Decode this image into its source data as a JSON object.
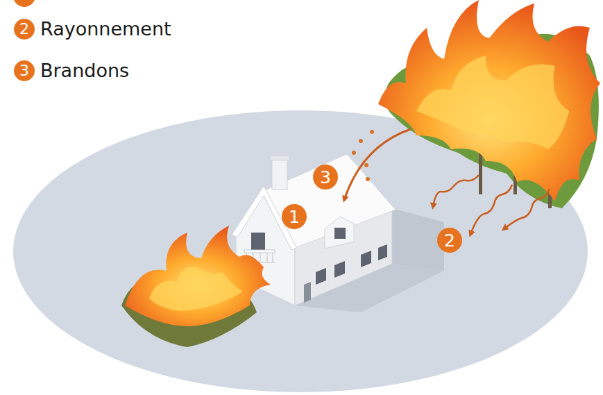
{
  "diagram": {
    "labels": [
      "2",
      "Rayonnement",
      "3",
      "Brandons",
      "3",
      "1",
      "2"
    ]
  }
}
